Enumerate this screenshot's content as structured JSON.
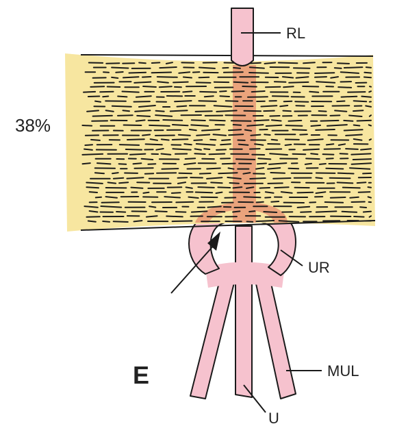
{
  "figure": {
    "panel_letter": "E",
    "percentage": "38%",
    "labels": {
      "rl": "RL",
      "ur": "UR",
      "mul": "MUL",
      "u": "U"
    }
  },
  "colors": {
    "background": "#ffffff",
    "tissue": "#f7e6a0",
    "ligament": "#f6c2ce",
    "overlap": "#eaa37c",
    "outline": "#1a1a1a",
    "label": "#222222"
  }
}
